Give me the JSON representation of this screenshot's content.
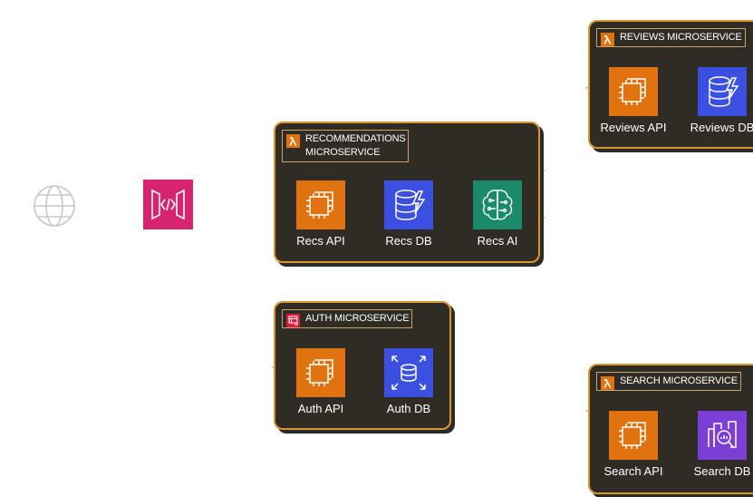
{
  "colors": {
    "card_bg": "#2f2c26",
    "card_border": "#d9962f",
    "compute_orange": "#e0730f",
    "database_blue": "#3b4fe0",
    "ml_green": "#1b8a6b",
    "gateway_pink": "#d6246e",
    "search_purple": "#7b3fd6",
    "badge_orange": "#e0730f",
    "badge_red": "#d81e3c"
  },
  "entry": {
    "globe_icon": "globe-icon",
    "gateway_icon": "api-gateway-icon"
  },
  "microservices": {
    "reviews": {
      "title": "REVIEWS MICROSERVICE",
      "badge_icon": "lambda-icon",
      "services": [
        {
          "label": "Reviews API",
          "icon": "compute-chip-icon"
        },
        {
          "label": "Reviews DB",
          "icon": "dynamodb-icon"
        }
      ]
    },
    "recommendations": {
      "title": "RECOMMENDATIONS MICROSERVICE",
      "badge_icon": "lambda-icon",
      "services": [
        {
          "label": "Recs API",
          "icon": "compute-chip-icon"
        },
        {
          "label": "Recs DB",
          "icon": "dynamodb-icon"
        },
        {
          "label": "Recs AI",
          "icon": "ml-brain-icon"
        }
      ]
    },
    "auth": {
      "title": "AUTH MICROSERVICE",
      "badge_icon": "ecs-icon",
      "services": [
        {
          "label": "Auth API",
          "icon": "compute-chip-icon"
        },
        {
          "label": "Auth DB",
          "icon": "rds-database-icon"
        }
      ]
    },
    "search": {
      "title": "SEARCH MICROSERVICE",
      "badge_icon": "lambda-icon",
      "services": [
        {
          "label": "Search API",
          "icon": "compute-chip-icon"
        },
        {
          "label": "Search DB",
          "icon": "opensearch-icon"
        }
      ]
    }
  }
}
